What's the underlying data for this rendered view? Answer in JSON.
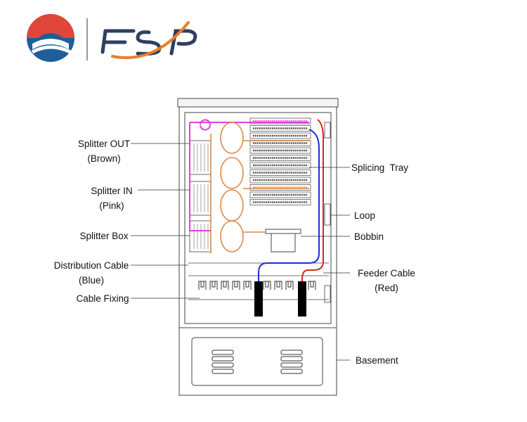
{
  "brand": {
    "name": "FSP",
    "colors": {
      "red": "#e0463a",
      "blue": "#1f5e98",
      "orange": "#ee7b2a",
      "navy": "#2f3f5f"
    }
  },
  "callouts": {
    "splitter_out": {
      "line1": "Splitter OUT",
      "line2": "(Brown)"
    },
    "splitter_in": {
      "line1": "Splitter IN",
      "line2": "(Pink)"
    },
    "splitter_box": {
      "line1": "Splitter Box"
    },
    "distribution_cable": {
      "line1": "Distribution Cable",
      "line2": "(Blue)"
    },
    "cable_fixing": {
      "line1": "Cable Fixing"
    },
    "splicing_tray": {
      "line1": "Splicing  Tray"
    },
    "loop": {
      "line1": "Loop"
    },
    "bobbin": {
      "line1": "Bobbin"
    },
    "feeder_cable": {
      "line1": "Feeder Cable",
      "line2": "(Red)"
    },
    "basement": {
      "line1": "Basement"
    }
  },
  "wire_colors": {
    "pink": "#e040d8",
    "brown": "#d98a4a",
    "blue": "#1a2fd6",
    "red": "#e02020"
  }
}
